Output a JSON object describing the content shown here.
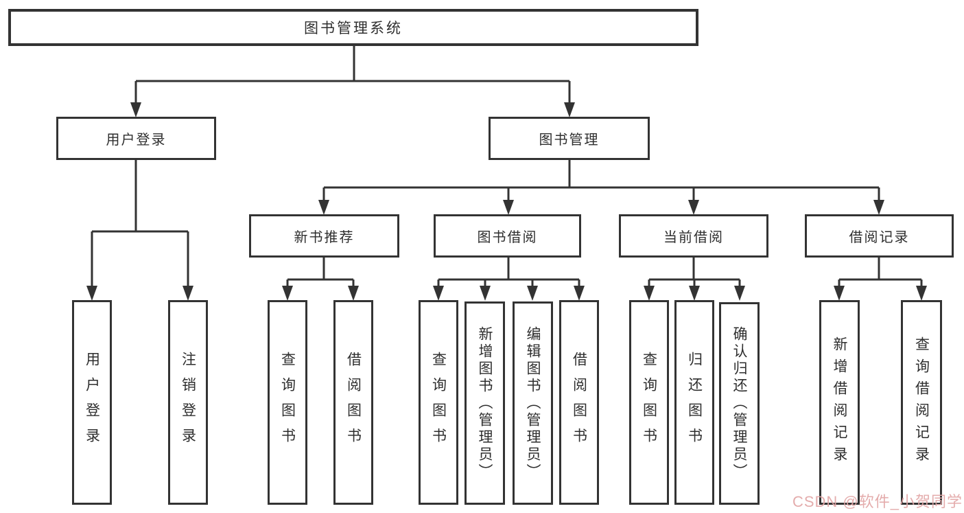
{
  "tree": {
    "label": "图书管理系统",
    "children": [
      {
        "label": "用户登录",
        "children": [
          {
            "label": "用户登录"
          },
          {
            "label": "注销登录"
          }
        ]
      },
      {
        "label": "图书管理",
        "children": [
          {
            "label": "新书推荐",
            "children": [
              {
                "label": "查询图书"
              },
              {
                "label": "借阅图书"
              }
            ]
          },
          {
            "label": "图书借阅",
            "children": [
              {
                "label": "查询图书"
              },
              {
                "label": "新增图书（管理员）"
              },
              {
                "label": "编辑图书（管理员）"
              },
              {
                "label": "借阅图书"
              }
            ]
          },
          {
            "label": "当前借阅",
            "children": [
              {
                "label": "查询图书"
              },
              {
                "label": "归还图书"
              },
              {
                "label": "确认归还（管理员）"
              }
            ]
          },
          {
            "label": "借阅记录",
            "children": [
              {
                "label": "新增借阅记录"
              },
              {
                "label": "查询借阅记录"
              }
            ]
          }
        ]
      }
    ]
  },
  "watermark": {
    "text": "CSDN @软件_小贺同学"
  },
  "colors": {
    "line": "#333333",
    "box_border": "#333333",
    "text": "#2e2e2e",
    "watermark": "#e2a6a6",
    "background": "#ffffff"
  }
}
